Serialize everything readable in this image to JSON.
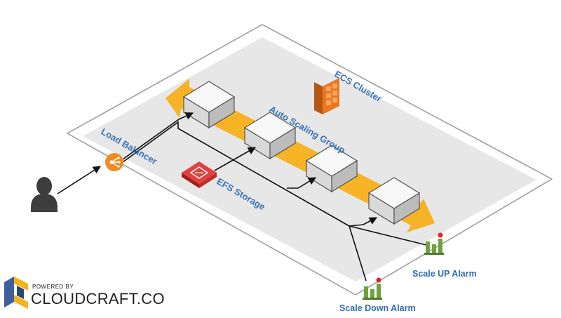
{
  "labels": {
    "ecs_cluster": "ECS Cluster",
    "auto_scaling_group": "Auto Scaling Group",
    "load_balancer": "Load Balancer",
    "efs_storage": "EFS Storage",
    "scale_up_alarm": "Scale UP Alarm",
    "scale_down_alarm": "Scale Down Alarm"
  },
  "branding": {
    "powered_by": "POWERED BY",
    "name": "CLOUDCRAFT.CO"
  },
  "colors": {
    "asg_arrow": "#f5b01a",
    "ecs_orange": "#e8771f",
    "elb_orange": "#f08a24",
    "efs_red": "#d7312f",
    "alarm_green": "#6ea33b",
    "alarm_dot": "#e02424",
    "label_blue": "#3a73b8"
  },
  "icons": {
    "user": "user-icon",
    "load_balancer": "load-balancer-icon",
    "efs": "efs-storage-icon",
    "ecs": "ecs-cluster-icon",
    "alarm": "cloudwatch-alarm-icon",
    "brand": "cloudcraft-logo-icon"
  }
}
